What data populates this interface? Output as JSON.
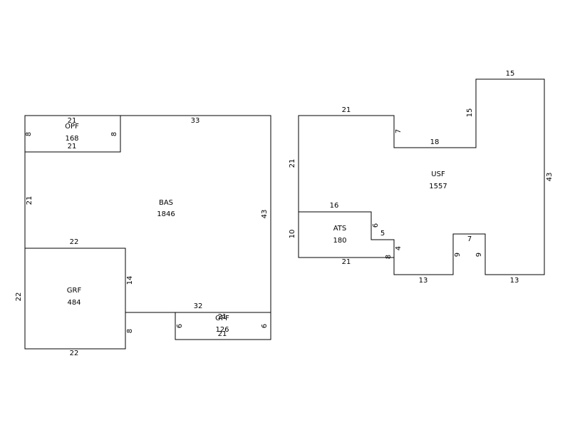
{
  "colors": {
    "line": "#000000",
    "background": "#ffffff"
  },
  "areas": {
    "bas": {
      "code": "BAS",
      "area": "1846"
    },
    "opf1": {
      "code": "OPF",
      "area": "168"
    },
    "grf": {
      "code": "GRF",
      "area": "484"
    },
    "opf2": {
      "code": "OPF",
      "area": "126"
    },
    "usf": {
      "code": "USF",
      "area": "1557"
    },
    "ats": {
      "code": "ATS",
      "area": "180"
    }
  },
  "dimensions": {
    "bas_top": "33",
    "bas_right": "43",
    "bas_left": "21",
    "bas_step": "32",
    "bas_inner": "14",
    "opf1_top": "21",
    "opf1_bottom": "21",
    "opf1_left": "8",
    "opf1_right": "8",
    "grf_top": "22",
    "grf_bottom": "22",
    "grf_left": "22",
    "grf_right": "8",
    "opf2_top": "21",
    "opf2_bottom": "21",
    "opf2_left": "6",
    "opf2_right": "6",
    "usf_top_left": "21",
    "usf_left": "21",
    "usf_step_down": "7",
    "usf_ledge": "18",
    "usf_tower_side": "15",
    "usf_tower_top": "15",
    "usf_right": "43",
    "usf_bottom_right": "13",
    "usf_notch_right": "9",
    "usf_notch_top": "7",
    "usf_notch_left": "9",
    "usf_bottom_left": "13",
    "ats_top": "16",
    "ats_right": "6",
    "ats_step": "5",
    "ats_lower": "4",
    "ats_bottom": "21",
    "ats_left": "10",
    "ats_corner": "8"
  }
}
